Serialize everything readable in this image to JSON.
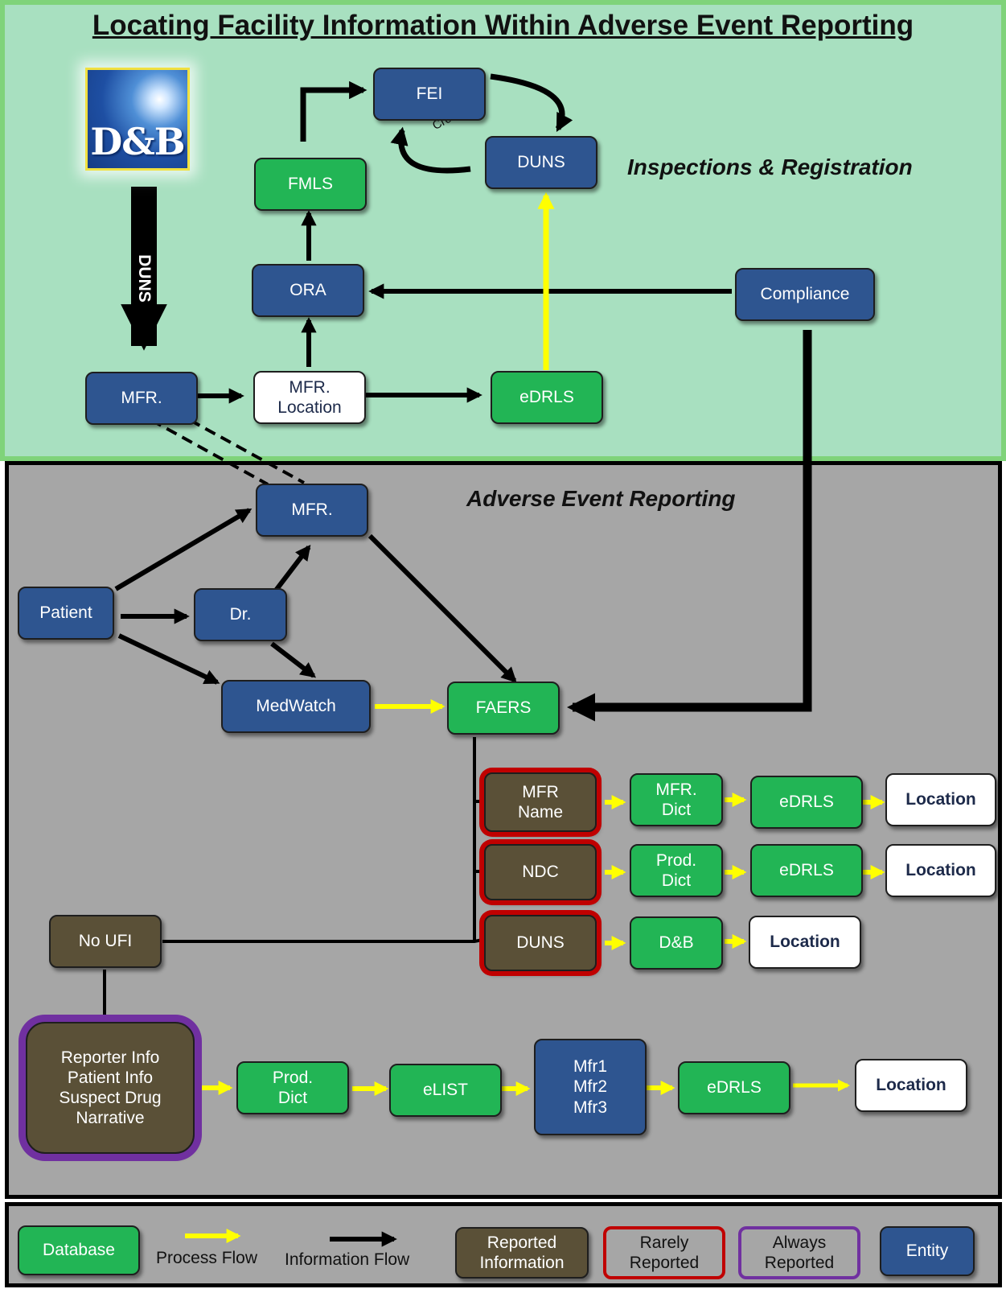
{
  "title": "Locating Facility Information Within Adverse Event Reporting",
  "sections": {
    "inspections": "Inspections & Registration",
    "adverse": "Adverse Event Reporting"
  },
  "logo": {
    "text": "D&B"
  },
  "arrow_labels": {
    "duns": "DUNS",
    "crosswalk": "Crosswalk"
  },
  "top_nodes": {
    "fei": "FEI",
    "duns": "DUNS",
    "fmls": "FMLS",
    "ora": "ORA",
    "compliance": "Compliance",
    "mfr": "MFR.",
    "mfr_location": "MFR.\nLocation",
    "edrls": "eDRLS"
  },
  "mid_nodes": {
    "mfr": "MFR.",
    "patient": "Patient",
    "dr": "Dr.",
    "medwatch": "MedWatch",
    "faers": "FAERS",
    "mfr_name": "MFR\nName",
    "mfr_dict": "MFR.\nDict",
    "edrls_1": "eDRLS",
    "location_1": "Location",
    "ndc": "NDC",
    "prod_dict_1": "Prod.\nDict",
    "edrls_2": "eDRLS",
    "location_2": "Location",
    "duns": "DUNS",
    "db": "D&B",
    "location_3": "Location",
    "no_ufi": "No UFI",
    "reporter_info": "Reporter Info\nPatient Info\nSuspect Drug\nNarrative",
    "prod_dict_2": "Prod.\nDict",
    "elist": "eLIST",
    "mfrs": "Mfr1\nMfr2\nMfr3",
    "edrls_3": "eDRLS",
    "location_4": "Location"
  },
  "legend": {
    "database": "Database",
    "process_flow": "Process Flow",
    "information_flow": "Information Flow",
    "reported": "Reported\nInformation",
    "rarely": "Rarely\nReported",
    "always": "Always\nReported",
    "entity": "Entity"
  },
  "colors": {
    "entity": "#2e5590",
    "database": "#22b555",
    "reported": "#5a5037",
    "rarely_border": "#c00000",
    "always_border": "#7030a0",
    "process_flow": "#ffff00",
    "information_flow": "#000000",
    "top_panel": "#a8e0c0",
    "mid_panel": "#a6a6a6"
  }
}
